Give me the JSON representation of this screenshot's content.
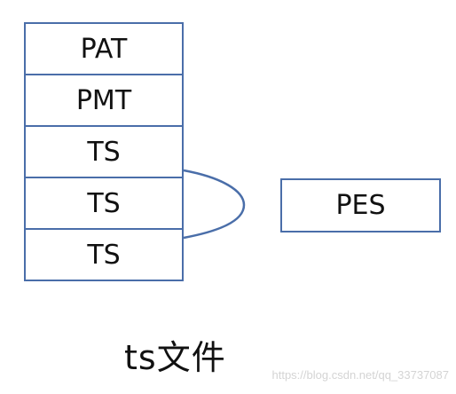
{
  "diagram": {
    "stack_blocks": [
      {
        "label": "PAT"
      },
      {
        "label": "PMT"
      },
      {
        "label": "TS"
      },
      {
        "label": "TS"
      },
      {
        "label": "TS"
      }
    ],
    "pes_label": "PES",
    "caption": "ts文件",
    "border_color": "#4a6ea9"
  },
  "watermark": "https://blog.csdn.net/qq_33737087"
}
